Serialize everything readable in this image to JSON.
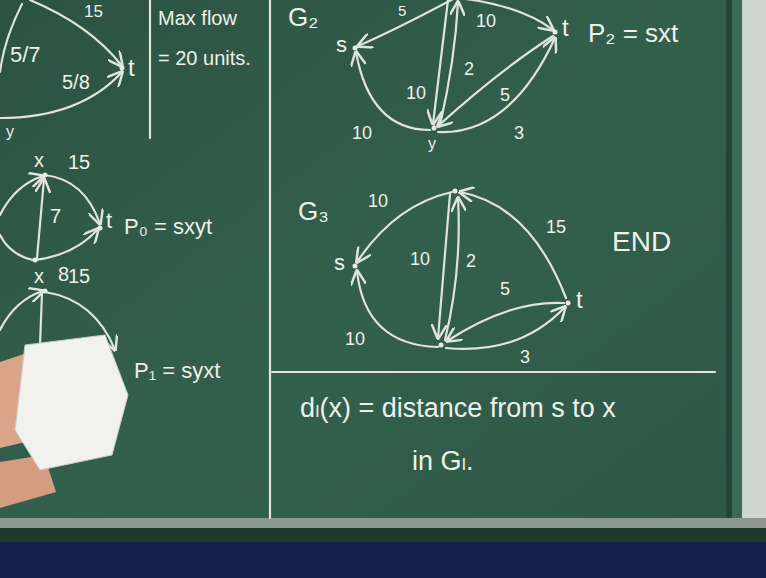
{
  "diagram": {
    "labels": [
      "15",
      "5/7",
      "t",
      "5/8",
      "y",
      "Max flow",
      "= 20 units.",
      "G₂",
      "5",
      "10",
      "t",
      "P₂ = sxt",
      "s",
      "10",
      "2",
      "5",
      "3",
      "10",
      "y",
      "x",
      "15",
      "7",
      "t",
      "P₀ = sxyt",
      "8",
      "x",
      "15",
      "P₁ = syxt",
      "G₃",
      "10",
      "15",
      "s",
      "10",
      "2",
      "END",
      "5",
      "t",
      "10",
      "3",
      "dₗ(x) = distance from s to x",
      "in Gₗ."
    ]
  }
}
